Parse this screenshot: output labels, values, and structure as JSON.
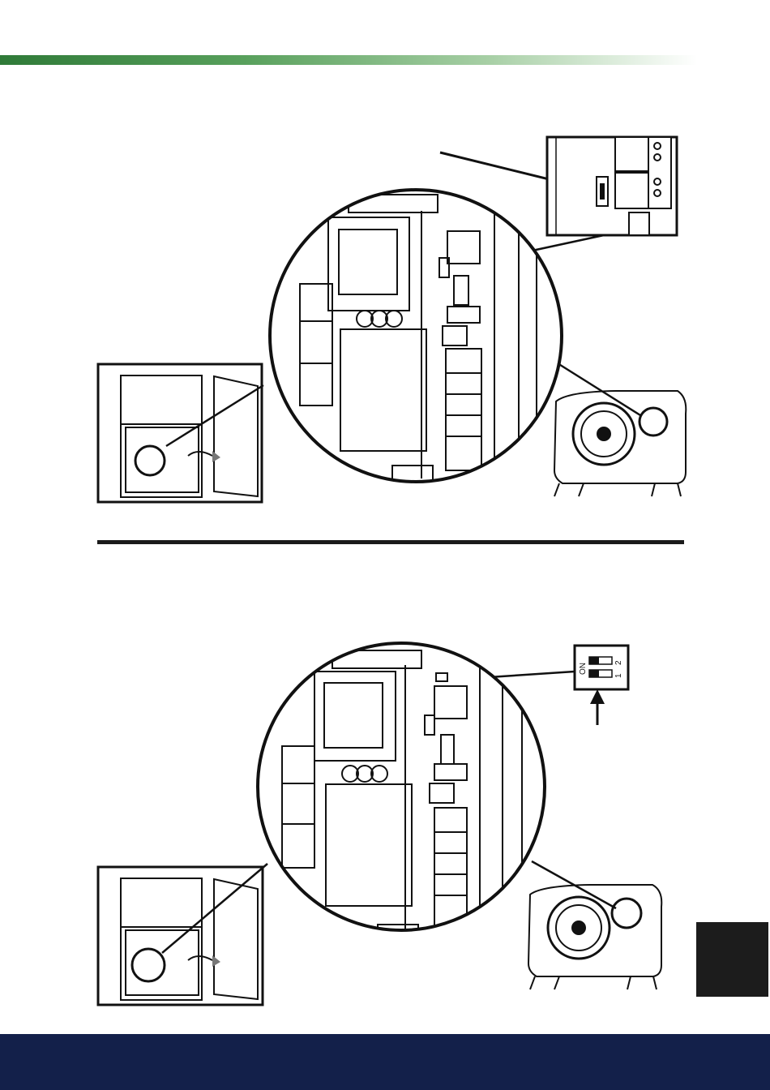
{
  "figure_1": {
    "switch_callout": "usb-port"
  },
  "figure_2": {
    "dip_switch": {
      "on_label": "ON",
      "switch_1_label": "1",
      "switch_2_label": "2",
      "state": [
        "on",
        "on"
      ]
    }
  },
  "colors": {
    "header_gradient_start": "#2f7a38",
    "footer_band": "#13204a",
    "side_tab": "#1c1c1c"
  }
}
